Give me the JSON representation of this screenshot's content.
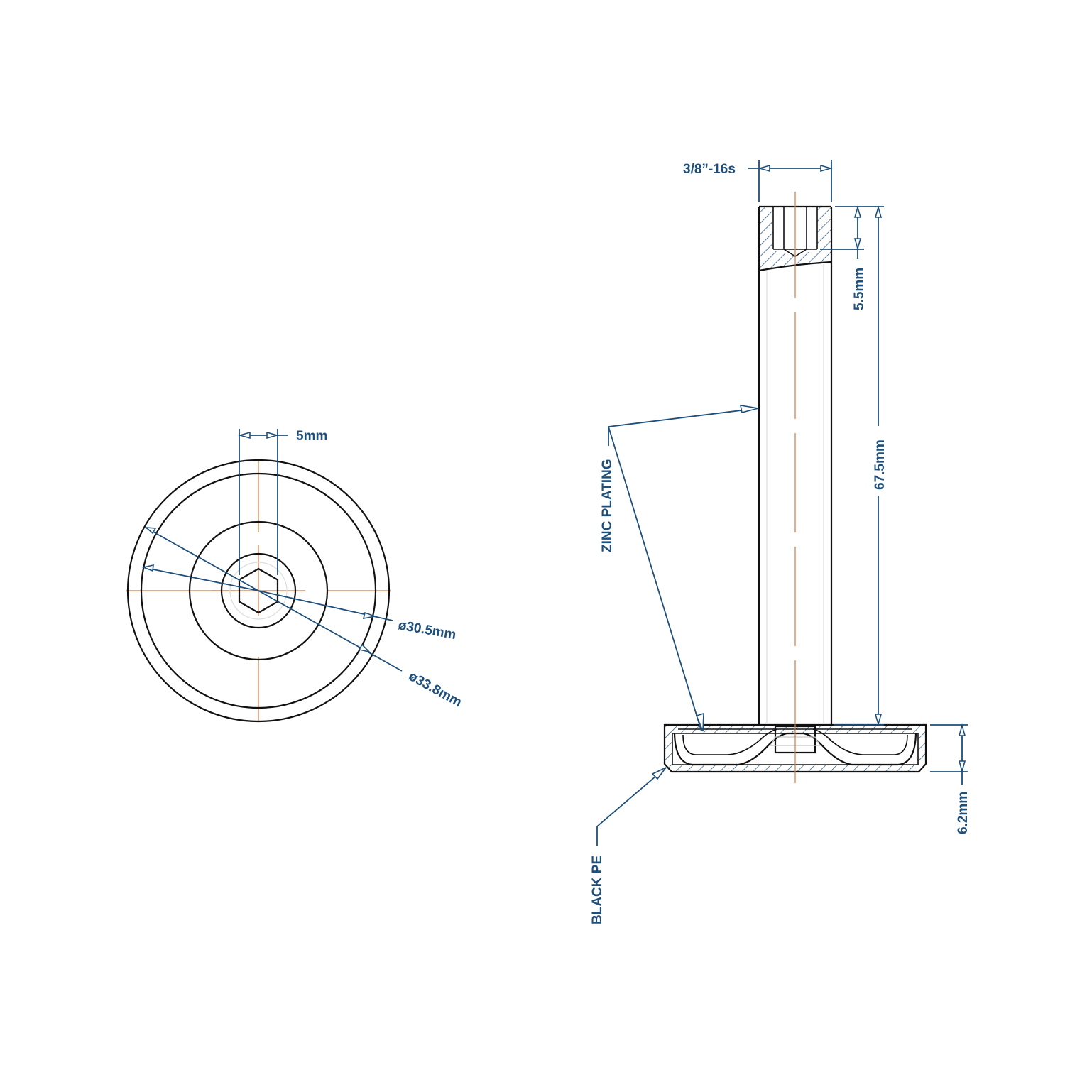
{
  "drawing": {
    "title": "Leveling foot technical drawing",
    "colors": {
      "dimension": "#1e4f7a",
      "centerline": "#d9773d",
      "outline": "#111111"
    },
    "top_view": {
      "dimensions": {
        "hex_width": "5mm",
        "inner_diameter": "ø30.5mm",
        "outer_diameter": "ø33.8mm"
      }
    },
    "side_view": {
      "dimensions": {
        "thread": "3/8”-16s",
        "thread_depth": "5.5mm",
        "stem_length": "67.5mm",
        "base_height": "6.2mm"
      },
      "callouts": {
        "stem_material": "ZINC PLATING",
        "base_material": "BLACK PE"
      }
    }
  }
}
